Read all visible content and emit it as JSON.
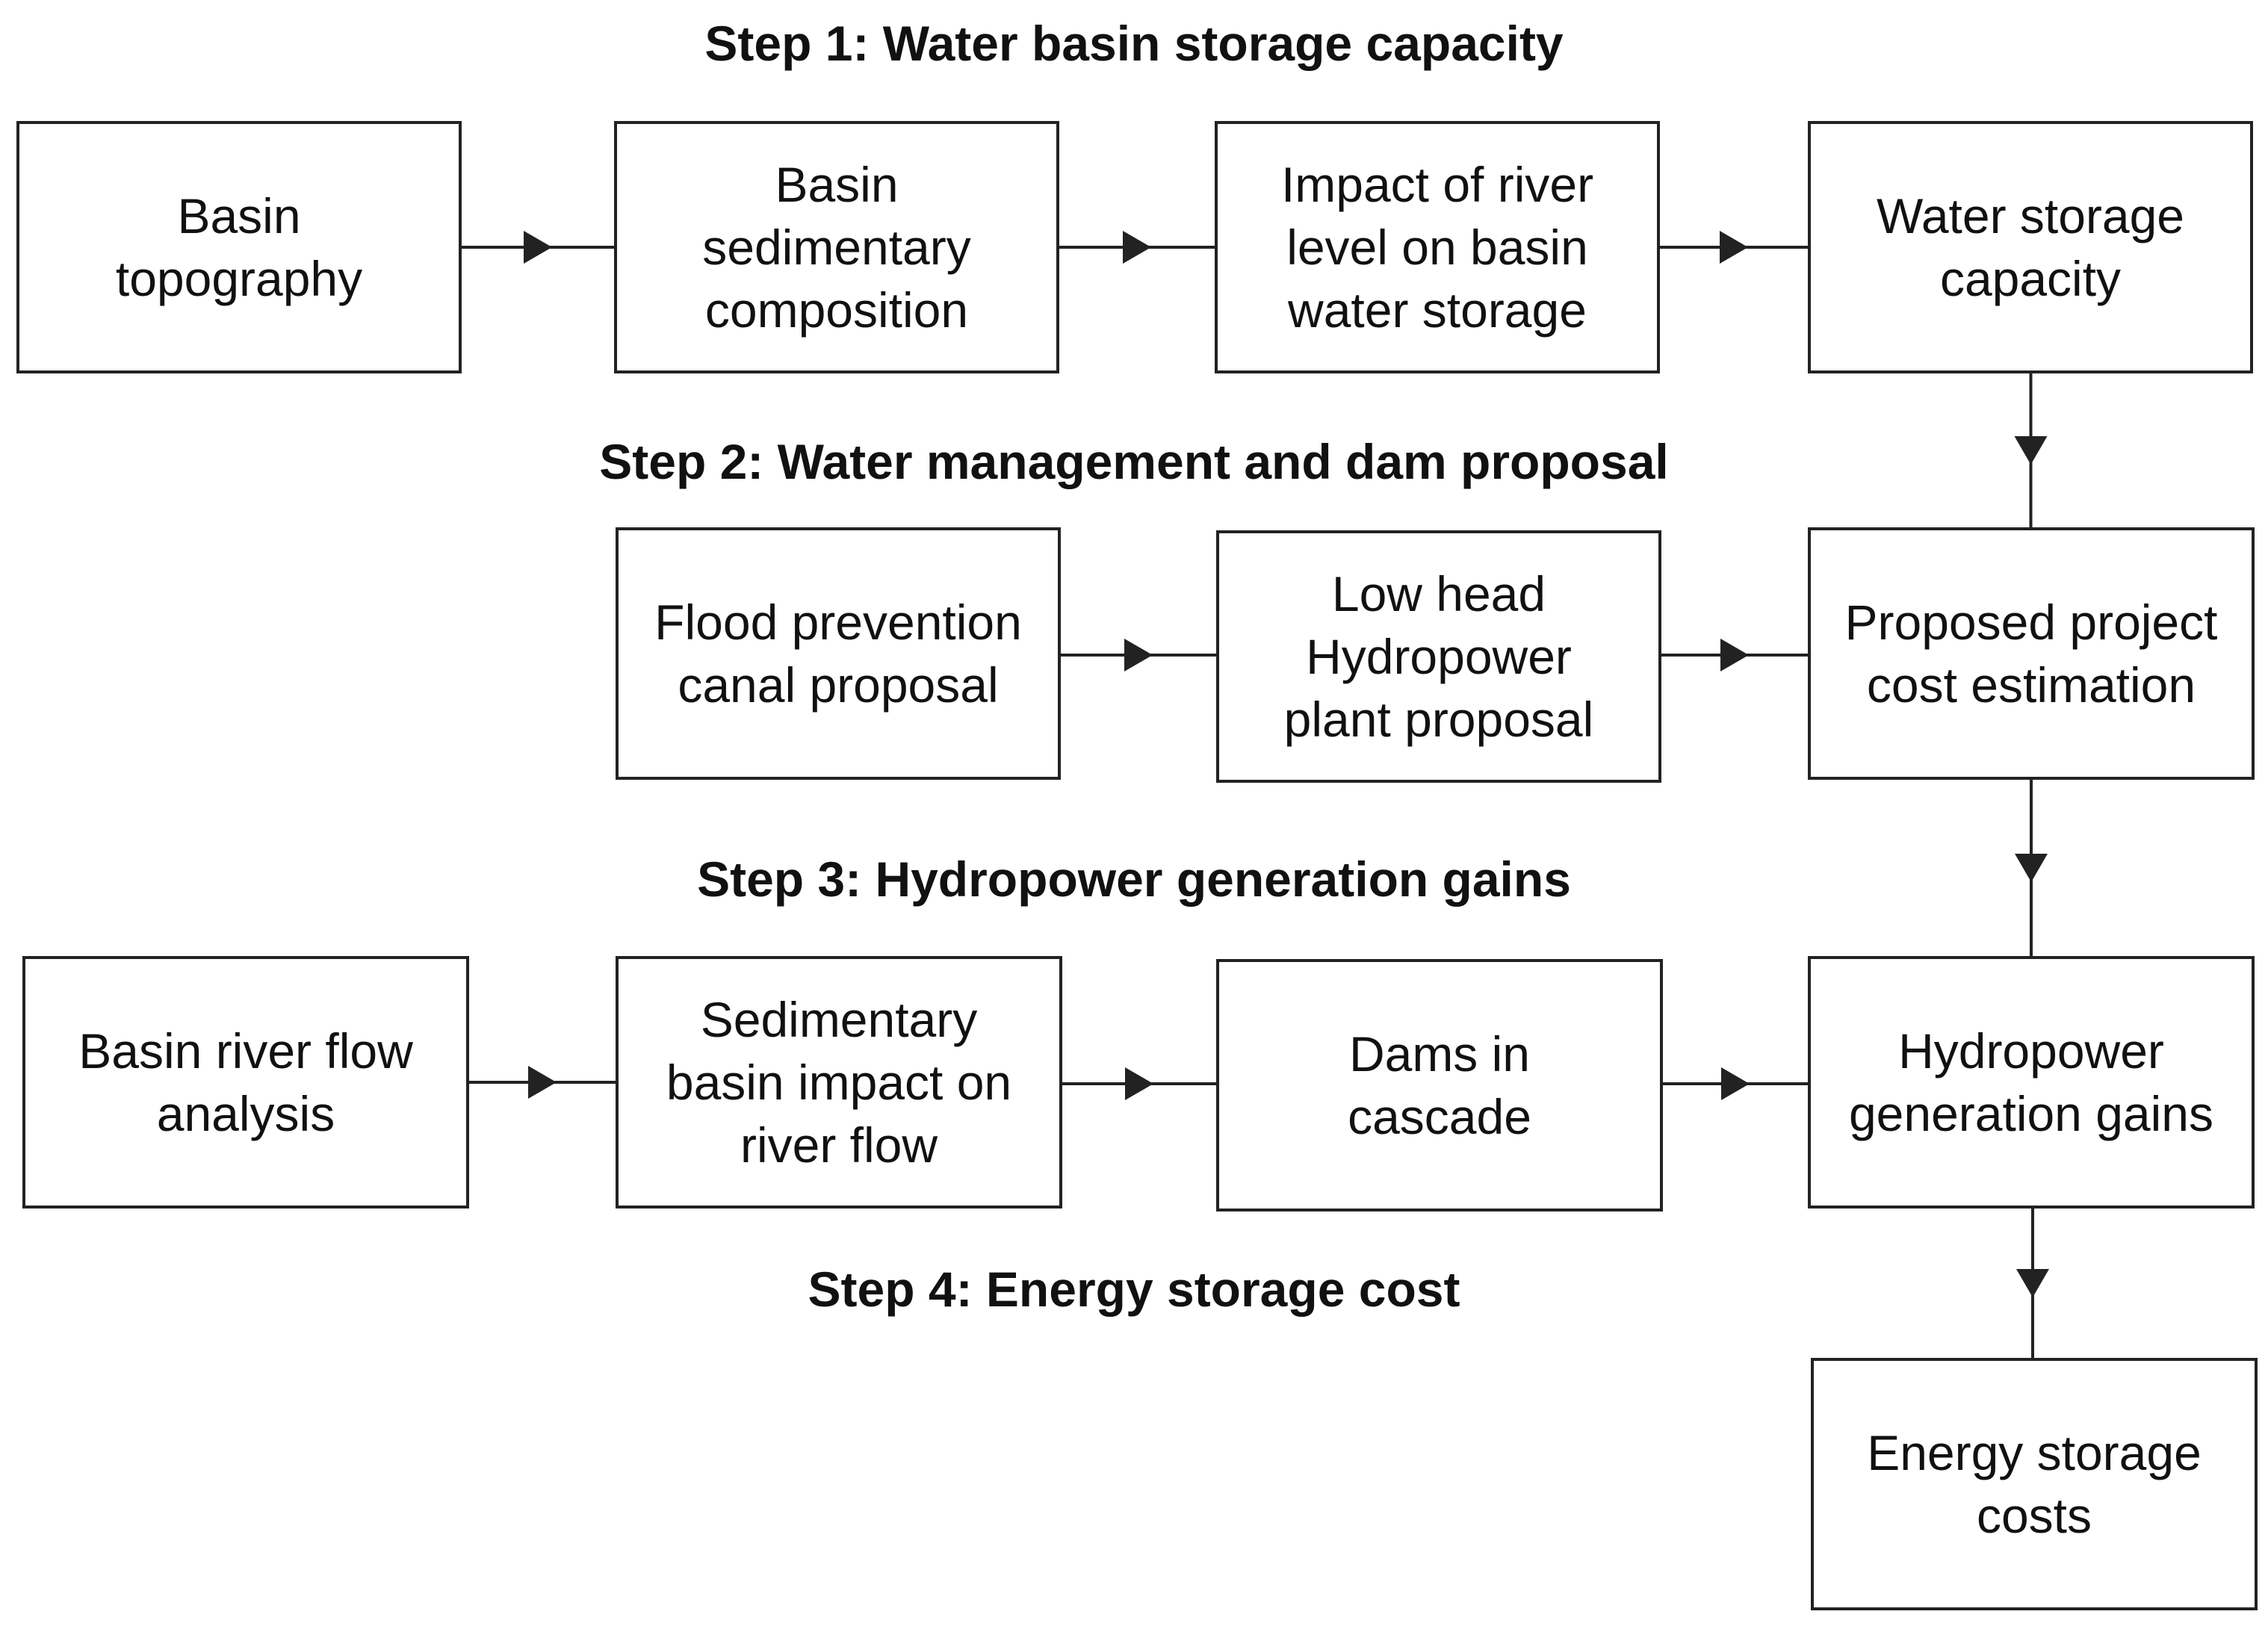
{
  "steps": {
    "step1": "Step 1: Water basin storage capacity",
    "step2": "Step 2: Water management and dam proposal",
    "step3": "Step 3: Hydropower generation gains",
    "step4": "Step 4: Energy storage cost"
  },
  "boxes": {
    "basin_topography": "Basin\ntopography",
    "basin_sedimentary_composition": "Basin\nsedimentary\ncomposition",
    "impact_river_level": "Impact of river\nlevel on basin\nwater storage",
    "water_storage_capacity": "Water storage\ncapacity",
    "flood_prevention_canal": "Flood prevention\ncanal proposal",
    "low_head_hydropower": "Low head\nHydropower\nplant proposal",
    "proposed_project_cost": "Proposed project\ncost estimation",
    "basin_river_flow": "Basin river flow\nanalysis",
    "sedimentary_basin_impact": "Sedimentary\nbasin impact on\nriver flow",
    "dams_in_cascade": "Dams in\ncascade",
    "hydropower_generation_gains": "Hydropower\ngeneration gains",
    "energy_storage_costs": "Energy storage\ncosts"
  },
  "connections": [
    {
      "from": "basin_topography",
      "to": "basin_sedimentary_composition"
    },
    {
      "from": "basin_sedimentary_composition",
      "to": "impact_river_level"
    },
    {
      "from": "impact_river_level",
      "to": "water_storage_capacity"
    },
    {
      "from": "water_storage_capacity",
      "to": "proposed_project_cost"
    },
    {
      "from": "flood_prevention_canal",
      "to": "low_head_hydropower"
    },
    {
      "from": "low_head_hydropower",
      "to": "proposed_project_cost"
    },
    {
      "from": "proposed_project_cost",
      "to": "hydropower_generation_gains"
    },
    {
      "from": "basin_river_flow",
      "to": "sedimentary_basin_impact"
    },
    {
      "from": "sedimentary_basin_impact",
      "to": "dams_in_cascade"
    },
    {
      "from": "dams_in_cascade",
      "to": "hydropower_generation_gains"
    },
    {
      "from": "hydropower_generation_gains",
      "to": "energy_storage_costs"
    }
  ],
  "colors": {
    "stroke": "#222222",
    "text": "#111111",
    "background": "#ffffff"
  }
}
